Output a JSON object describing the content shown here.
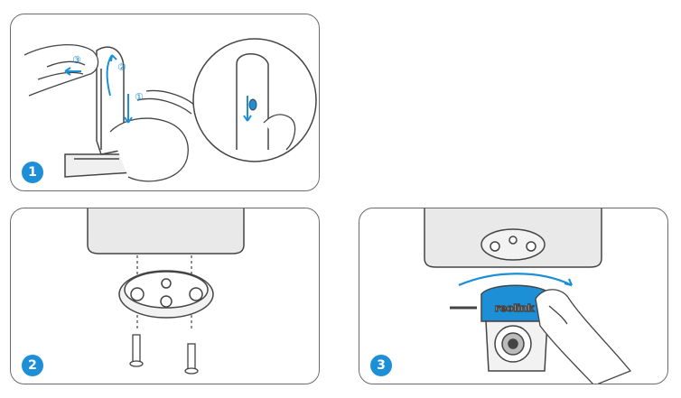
{
  "panels": [
    {
      "step": "1",
      "sub_steps": [
        "①",
        "②",
        "③"
      ]
    },
    {
      "step": "2"
    },
    {
      "step": "3",
      "brand": "reolink"
    }
  ],
  "colors": {
    "accent": "#1d8fd6",
    "line": "#444444",
    "ceiling_fill": "#e9e9e9",
    "camera_fill": "#f2f2f2"
  }
}
